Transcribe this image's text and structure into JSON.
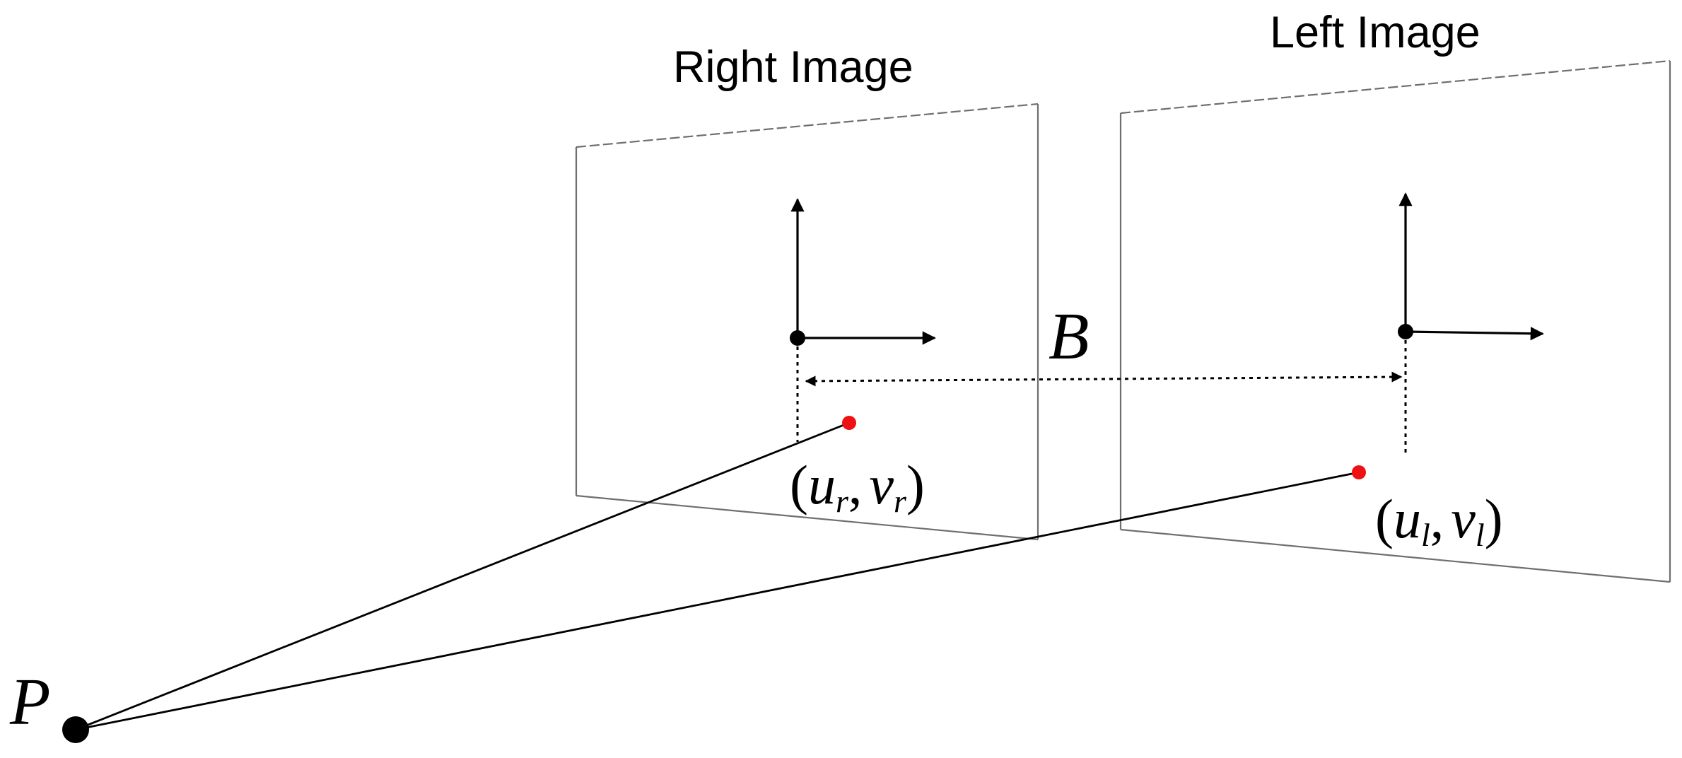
{
  "captions": {
    "right_image": "Right Image",
    "left_image": "Left Image"
  },
  "labels": {
    "baseline": "B",
    "point": "P",
    "right_coord": {
      "open": "(",
      "u": "u",
      "u_sub": "r",
      "comma": ",",
      "v": "v",
      "v_sub": "r",
      "close": ")"
    },
    "left_coord": {
      "open": "(",
      "u": "u",
      "u_sub": "l",
      "comma": ",",
      "v": "v",
      "v_sub": "l",
      "close": ")"
    }
  },
  "colors": {
    "projection_point": "#ee1111",
    "lines": "#000000",
    "plane_edges": "#6f6f6f"
  }
}
